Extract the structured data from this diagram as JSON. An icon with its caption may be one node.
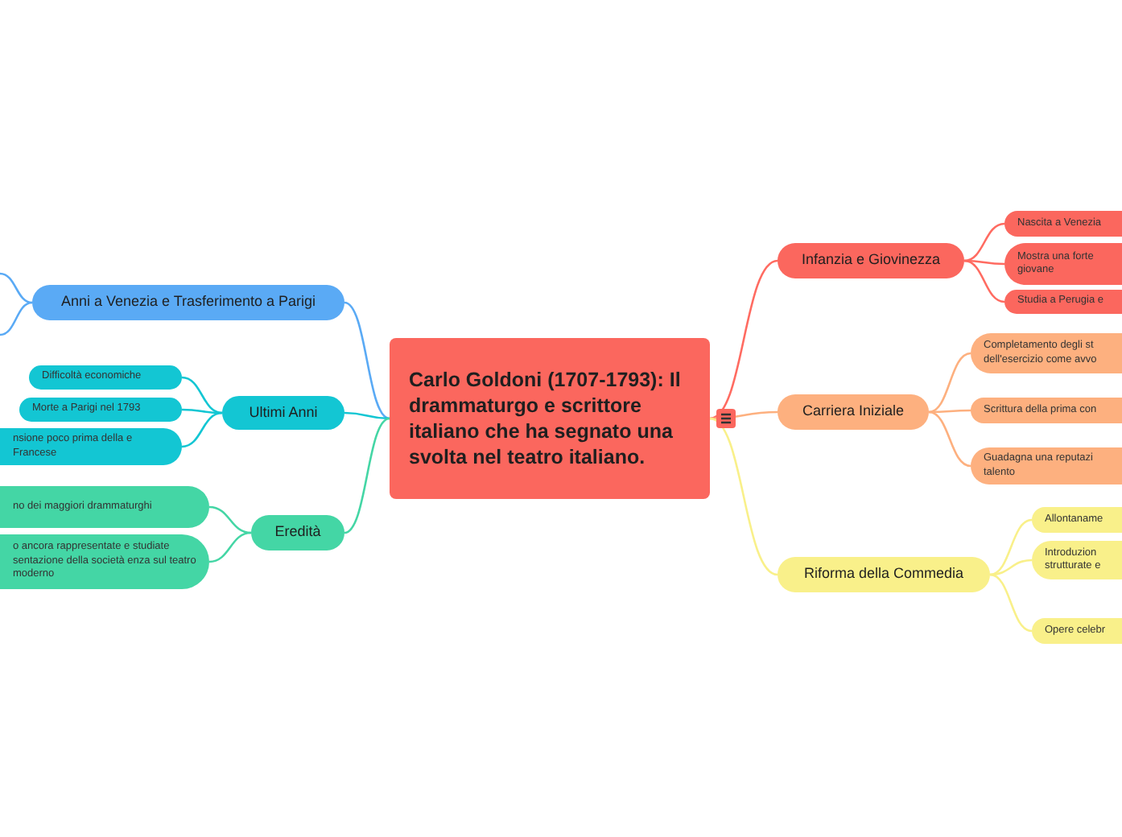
{
  "diagram": {
    "nodes": [
      {
        "text": [
          "Carlo Goldoni (1707-1793): Il drammaturgo e scrittore italiano che ha segnato una svolta nel teatro italiano."
        ]
      },
      {
        "text": [
          "Anni a Venezia e Trasferimento a Parigi"
        ]
      },
      {
        "text": [
          "Ultimi Anni"
        ]
      },
      {
        "text": [
          "Difficoltà economiche"
        ]
      },
      {
        "text": [
          "Morte a Parigi nel 1793"
        ]
      },
      {
        "text": [
          "nsione poco prima della e Francese"
        ]
      },
      {
        "text": [
          "Eredità"
        ]
      },
      {
        "text": [
          "no dei maggiori drammaturghi"
        ]
      },
      {
        "text": [
          "o ancora rappresentate e studiate sentazione della società enza sul teatro moderno"
        ]
      },
      {
        "text": [
          "Infanzia e Giovinezza"
        ]
      },
      {
        "text": [
          "Nascita a Venezia"
        ]
      },
      {
        "text": [
          "Mostra una forte giovane"
        ]
      },
      {
        "text": [
          "Studia a Perugia e"
        ]
      },
      {
        "text": [
          "Carriera Iniziale"
        ]
      },
      {
        "text": [
          "Completamento degli st dell'esercizio come avvo"
        ]
      },
      {
        "text": [
          "Scrittura della prima con"
        ]
      },
      {
        "text": [
          "Guadagna una reputazi talento"
        ]
      },
      {
        "text": [
          "Riforma della Commedia"
        ]
      },
      {
        "text": [
          "Allontaname"
        ]
      },
      {
        "text": [
          "Introduzion strutturate e"
        ]
      },
      {
        "text": [
          "Opere celebr"
        ]
      }
    ],
    "edges": [
      {
        "from": 0,
        "to": 1,
        "arrow": "none",
        "color": "#5aaaf5"
      },
      {
        "from": 1,
        "to": null,
        "arrow": "none",
        "color": "#5aaaf5"
      },
      {
        "from": 1,
        "to": null,
        "arrow": "none",
        "color": "#5aaaf5"
      },
      {
        "from": 0,
        "to": 2,
        "arrow": "none",
        "color": "#13c6d3"
      },
      {
        "from": 2,
        "to": 3,
        "arrow": "none",
        "color": "#13c6d3"
      },
      {
        "from": 2,
        "to": 4,
        "arrow": "none",
        "color": "#13c6d3"
      },
      {
        "from": 2,
        "to": 5,
        "arrow": "none",
        "color": "#13c6d3"
      },
      {
        "from": 0,
        "to": 6,
        "arrow": "none",
        "color": "#44d6a5"
      },
      {
        "from": 6,
        "to": 7,
        "arrow": "none",
        "color": "#44d6a5"
      },
      {
        "from": 6,
        "to": 8,
        "arrow": "none",
        "color": "#44d6a5"
      },
      {
        "from": 0,
        "to": 9,
        "arrow": "none",
        "color": "#ff6b61"
      },
      {
        "from": 9,
        "to": 10,
        "arrow": "none",
        "color": "#ff6b61"
      },
      {
        "from": 9,
        "to": 11,
        "arrow": "none",
        "color": "#ff6b61"
      },
      {
        "from": 9,
        "to": 12,
        "arrow": "none",
        "color": "#ff6b61"
      },
      {
        "from": 0,
        "to": 13,
        "arrow": "none",
        "color": "#fdb07f"
      },
      {
        "from": 13,
        "to": 14,
        "arrow": "none",
        "color": "#fdb07f"
      },
      {
        "from": 13,
        "to": 15,
        "arrow": "none",
        "color": "#fdb07f"
      },
      {
        "from": 13,
        "to": 16,
        "arrow": "none",
        "color": "#fdb07f"
      },
      {
        "from": 0,
        "to": 17,
        "arrow": "none",
        "color": "#f9f08a"
      },
      {
        "from": 17,
        "to": 18,
        "arrow": "none",
        "color": "#f9f08a"
      },
      {
        "from": 17,
        "to": 19,
        "arrow": "none",
        "color": "#f9f08a"
      },
      {
        "from": 17,
        "to": 20,
        "arrow": "none",
        "color": "#f9f08a"
      }
    ]
  }
}
